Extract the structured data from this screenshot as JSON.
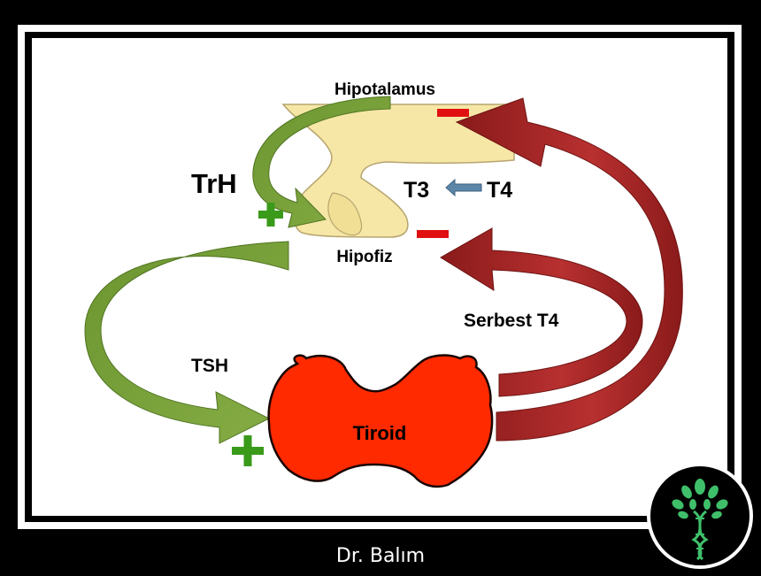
{
  "labels": {
    "hypothalamus": "Hipotalamus",
    "pituitary": "Hipofiz",
    "trh": "TrH",
    "t3": "T3",
    "t4": "T4",
    "tsh": "TSH",
    "free_t4": "Serbest T4",
    "thyroid": "Tiroid",
    "plus": "+",
    "minus": "−"
  },
  "footer": {
    "author": "Dr. Balım"
  },
  "colors": {
    "frame": "#000000",
    "green_arrow": "#7aa23a",
    "red_arrow": "#a52a2a",
    "thyroid": "#ff2a00",
    "gland": "#f6e7a6",
    "plus": "#3a9a1a",
    "minus": "#e01010",
    "t_arrow": "#5b86a8"
  },
  "logo": {
    "icon": "dna-tree-icon"
  }
}
